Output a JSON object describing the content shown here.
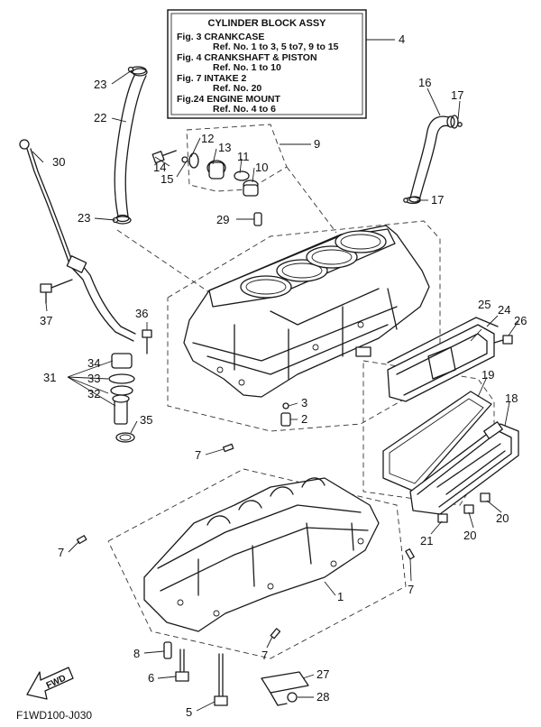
{
  "legend": {
    "title": "CYLINDER BLOCK ASSY",
    "lines": [
      "Fig.  3 CRANKCASE",
      "Ref. No. 1 to 3, 5 to7, 9 to 15",
      "Fig.  4 CRANKSHAFT & PISTON",
      "Ref. No. 1 to 10",
      "Fig.  7 INTAKE 2",
      "Ref. No. 20",
      "Fig.24 ENGINE MOUNT",
      "Ref. No. 4 to 6"
    ]
  },
  "callouts": {
    "c1": "1",
    "c2": "2",
    "c3": "3",
    "c4": "4",
    "c5": "5",
    "c6": "6",
    "c7a": "7",
    "c7b": "7",
    "c7c": "7",
    "c7d": "7",
    "c8": "8",
    "c9": "9",
    "c10": "10",
    "c11": "11",
    "c12": "12",
    "c13": "13",
    "c14": "14",
    "c15": "15",
    "c16": "16",
    "c17a": "17",
    "c17b": "17",
    "c18": "18",
    "c19": "19",
    "c20a": "20",
    "c20b": "20",
    "c21": "21",
    "c22": "22",
    "c23a": "23",
    "c23b": "23",
    "c24": "24",
    "c25": "25",
    "c26": "26",
    "c27": "27",
    "c28": "28",
    "c29": "29",
    "c30": "30",
    "c31": "31",
    "c32": "32",
    "c33": "33",
    "c34": "34",
    "c35": "35",
    "c36": "36",
    "c37": "37"
  },
  "fwd_label": "FWD",
  "diagram_code": "F1WD100-J030"
}
